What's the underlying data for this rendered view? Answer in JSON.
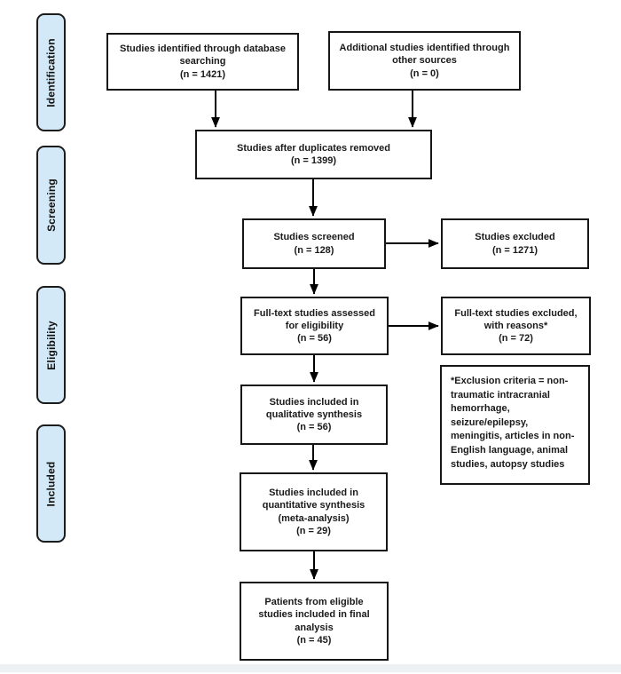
{
  "diagram": {
    "colors": {
      "stage_fill": "#d4e9f7",
      "box_border": "#161616",
      "arrow": "#000000",
      "background": "#ffffff"
    },
    "stages": [
      {
        "label": "Identification"
      },
      {
        "label": "Screening"
      },
      {
        "label": "Eligibility"
      },
      {
        "label": "Included"
      }
    ],
    "nodes": {
      "db_search": {
        "text": "Studies identified through database searching",
        "count": "(n = 1421)"
      },
      "other_sources": {
        "text": "Additional studies identified through other sources",
        "count": "(n = 0)"
      },
      "duplicates_removed": {
        "text": "Studies after duplicates removed",
        "count": "(n = 1399)"
      },
      "screened": {
        "text": "Studies screened",
        "count": "(n = 128)"
      },
      "excluded": {
        "text": "Studies excluded",
        "count": "(n = 1271)"
      },
      "fulltext_assessed": {
        "text": "Full-text studies assessed for eligibility",
        "count": "(n = 56)"
      },
      "fulltext_excluded": {
        "text": "Full-text studies excluded, with reasons*",
        "count": "(n = 72)"
      },
      "exclusion_note": {
        "text": "*Exclusion criteria = non-traumatic intracranial hemorrhage, seizure/epilepsy, meningitis, articles in non-English language, animal studies, autopsy studies"
      },
      "qualitative": {
        "text": "Studies included in qualitative synthesis",
        "count": "(n = 56)"
      },
      "quantitative": {
        "text": "Studies included in quantitative synthesis (meta-analysis)",
        "count": "(n = 29)"
      },
      "final_analysis": {
        "text": "Patients from eligible studies included in final analysis",
        "count_prefix": "(n = ",
        "count_value": "45",
        "count_suffix": ")"
      }
    }
  }
}
